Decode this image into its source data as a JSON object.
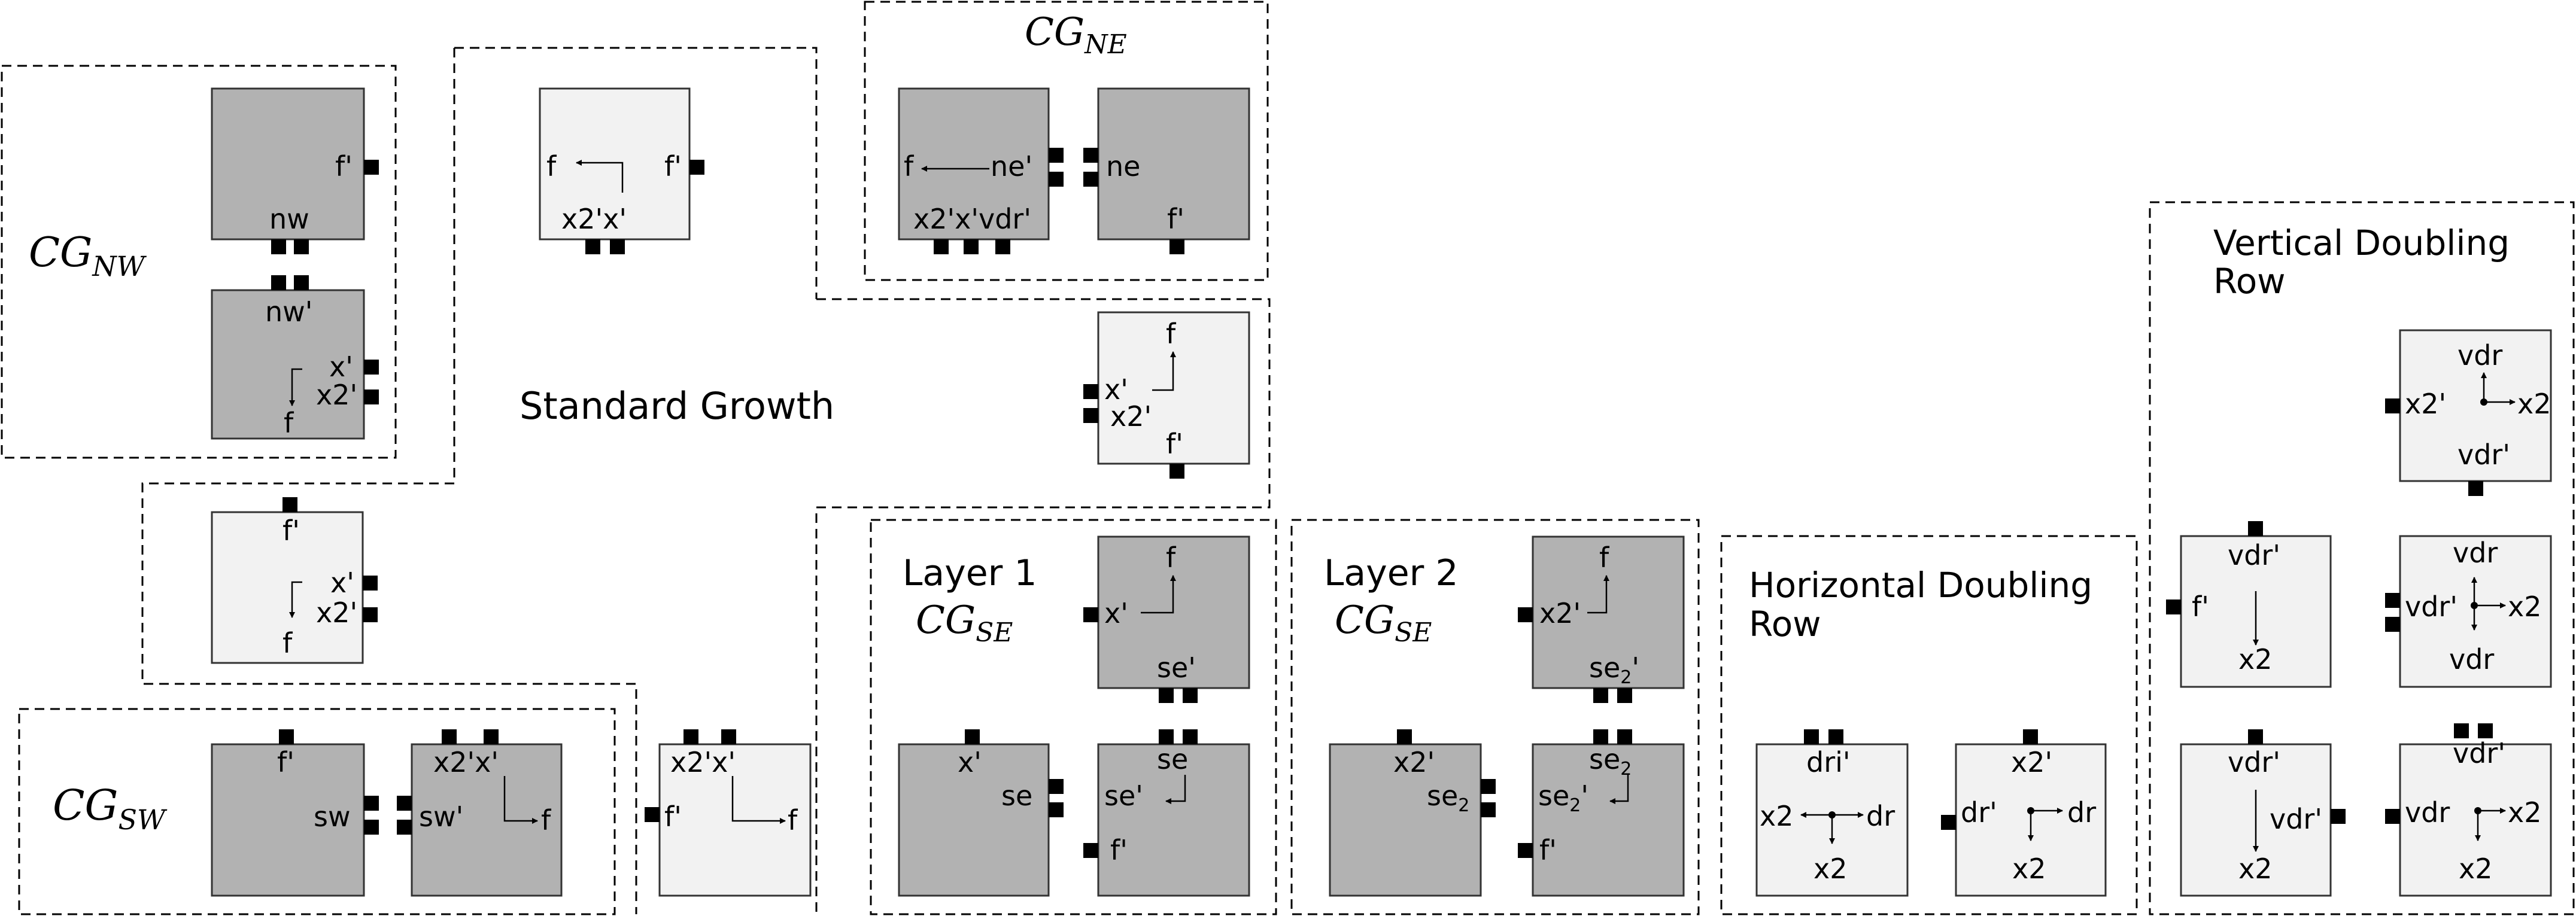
{
  "regions": [
    {
      "label": "CG",
      "sub": "NW"
    },
    {
      "label": "Standard Growth"
    },
    {
      "label": "CG",
      "sub": "NE"
    },
    {
      "label": "CG",
      "sub": "SW"
    },
    {
      "label": "Layer 1"
    },
    {
      "label": "CG",
      "sub": "SE"
    },
    {
      "label": "Layer 2"
    },
    {
      "label": "CG",
      "sub": "SE"
    },
    {
      "label": "Horizontal Doubling"
    },
    {
      "label": "Row"
    },
    {
      "label": "Vertical Doubling"
    },
    {
      "label": "Row"
    }
  ],
  "tile_labels": {
    "nw_top": [
      "f'",
      "nw"
    ],
    "nw_bottom": [
      "nw'",
      "x'",
      "x2'",
      "f"
    ],
    "standard_growth_tile": [
      "f",
      "f'",
      "x2'x'"
    ],
    "ne_left": [
      "f",
      "ne'",
      "x2'x'vdr'"
    ],
    "ne_right": [
      "ne",
      "f'"
    ],
    "mid_tile": [
      "f",
      "x'",
      "x2'",
      "f'"
    ],
    "left_link_tile": [
      "f'",
      "x'",
      "x2'",
      "f"
    ],
    "sw_left": [
      "f'",
      "sw"
    ],
    "sw_right": [
      "x2'x'",
      "sw'",
      "f"
    ],
    "sw_extra": [
      "x2'x'",
      "f'",
      "f"
    ],
    "l1_top": [
      "f",
      "x'",
      "se'"
    ],
    "l1_left": [
      "x'",
      "se"
    ],
    "l1_right": [
      "se",
      "se'",
      "f'"
    ],
    "l2_top": [
      "f",
      "x2'",
      "se",
      "2",
      "'"
    ],
    "l2_left": [
      "x2'",
      "se",
      "2"
    ],
    "l2_right": [
      "se",
      "2",
      "se",
      "2",
      "'",
      "f'"
    ],
    "hdr_1": [
      "dri'",
      "x2",
      "dr",
      "x2"
    ],
    "hdr_2": [
      "x2'",
      "dr'",
      "dr",
      "x2"
    ],
    "vdr_top": [
      "vdr",
      "x2'",
      "x2",
      "vdr'"
    ],
    "vdr_mid_left": [
      "vdr'",
      "f'",
      "x2"
    ],
    "vdr_mid_right": [
      "vdr",
      "vdr'",
      "x2",
      "vdr"
    ],
    "vdr_bot_left": [
      "vdr'",
      "vdr'",
      "x2"
    ],
    "vdr_bot_right": [
      "vdr'",
      "vdr",
      "x2",
      "x2"
    ]
  },
  "colors": {
    "tile_dark": "#b2b2b2",
    "tile_light": "#f2f2f2",
    "stroke": "#333333",
    "glue": "#000000"
  }
}
